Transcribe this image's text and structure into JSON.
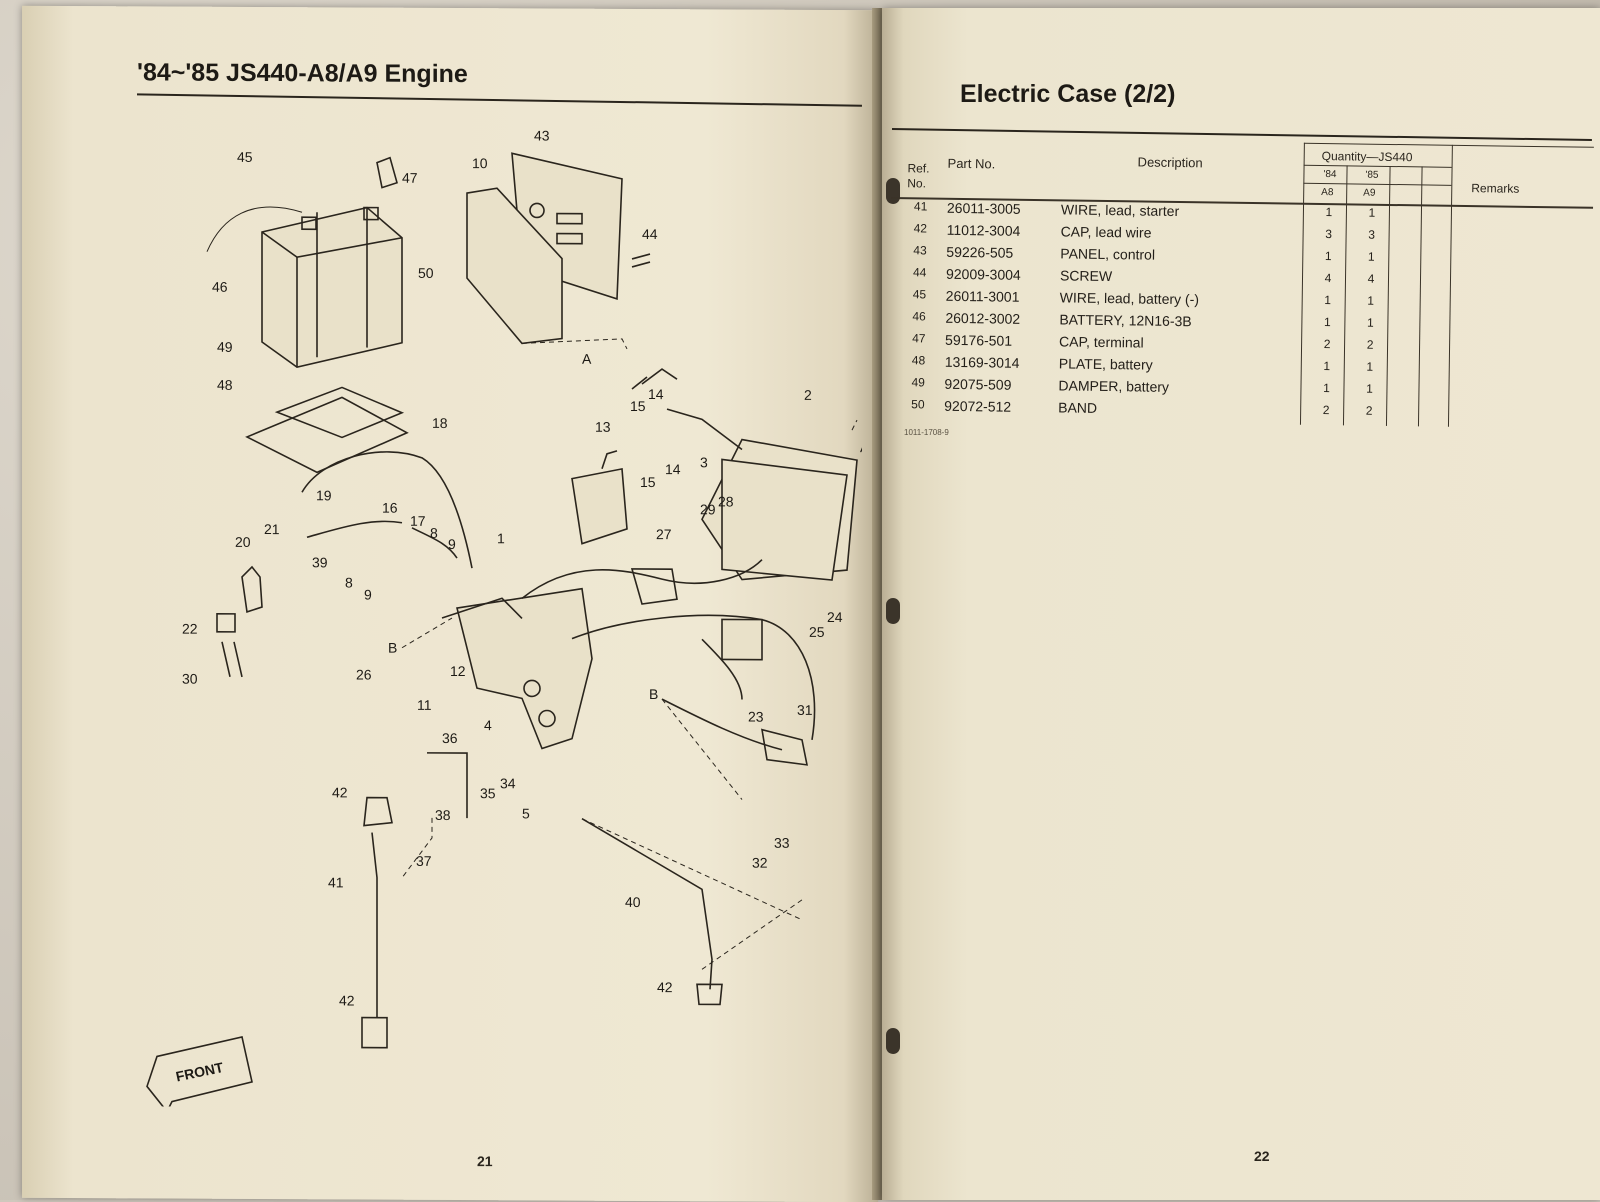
{
  "left_page": {
    "header": "'84~'85 JS440-A8/A9 Engine",
    "page_number": "21",
    "front_label": "FRONT",
    "callouts": [
      "45",
      "47",
      "43",
      "10",
      "44",
      "46",
      "50",
      "49",
      "48",
      "A",
      "18",
      "13",
      "15",
      "14",
      "3",
      "2",
      "A",
      "15",
      "14",
      "19",
      "16",
      "17",
      "8",
      "9",
      "1",
      "29",
      "28",
      "27",
      "21",
      "20",
      "39",
      "8",
      "9",
      "B",
      "22",
      "30",
      "26",
      "12",
      "25",
      "24",
      "B",
      "11",
      "36",
      "4",
      "23",
      "31",
      "42",
      "35",
      "34",
      "38",
      "5",
      "37",
      "41",
      "33",
      "32",
      "40",
      "42",
      "42"
    ]
  },
  "right_page": {
    "header": "Electric Case (2/2)",
    "page_number": "22",
    "table_headers": {
      "ref": "Ref. No.",
      "part": "Part No.",
      "desc": "Description",
      "quantity": "Quantity—JS440",
      "y84": "'84",
      "y85": "'85",
      "a8": "A8",
      "a9": "A9",
      "remarks": "Remarks"
    },
    "rows": [
      {
        "ref": "41",
        "part": "26011-3005",
        "desc": "WIRE, lead, starter",
        "a8": "1",
        "a9": "1"
      },
      {
        "ref": "42",
        "part": "11012-3004",
        "desc": "CAP, lead wire",
        "a8": "3",
        "a9": "3"
      },
      {
        "ref": "43",
        "part": "59226-505",
        "desc": "PANEL, control",
        "a8": "1",
        "a9": "1"
      },
      {
        "ref": "44",
        "part": "92009-3004",
        "desc": "SCREW",
        "a8": "4",
        "a9": "4"
      },
      {
        "ref": "45",
        "part": "26011-3001",
        "desc": "WIRE, lead, battery (-)",
        "a8": "1",
        "a9": "1"
      },
      {
        "ref": "46",
        "part": "26012-3002",
        "desc": "BATTERY, 12N16-3B",
        "a8": "1",
        "a9": "1"
      },
      {
        "ref": "47",
        "part": "59176-501",
        "desc": "CAP, terminal",
        "a8": "2",
        "a9": "2"
      },
      {
        "ref": "48",
        "part": "13169-3014",
        "desc": "PLATE, battery",
        "a8": "1",
        "a9": "1"
      },
      {
        "ref": "49",
        "part": "92075-509",
        "desc": "DAMPER, battery",
        "a8": "1",
        "a9": "1"
      },
      {
        "ref": "50",
        "part": "92072-512",
        "desc": "BAND",
        "a8": "2",
        "a9": "2"
      }
    ],
    "figure_code": "1011-1708-9"
  },
  "colors": {
    "paper": "#eee7d2",
    "ink": "#1d1a15",
    "background": "#cfc8bd"
  }
}
